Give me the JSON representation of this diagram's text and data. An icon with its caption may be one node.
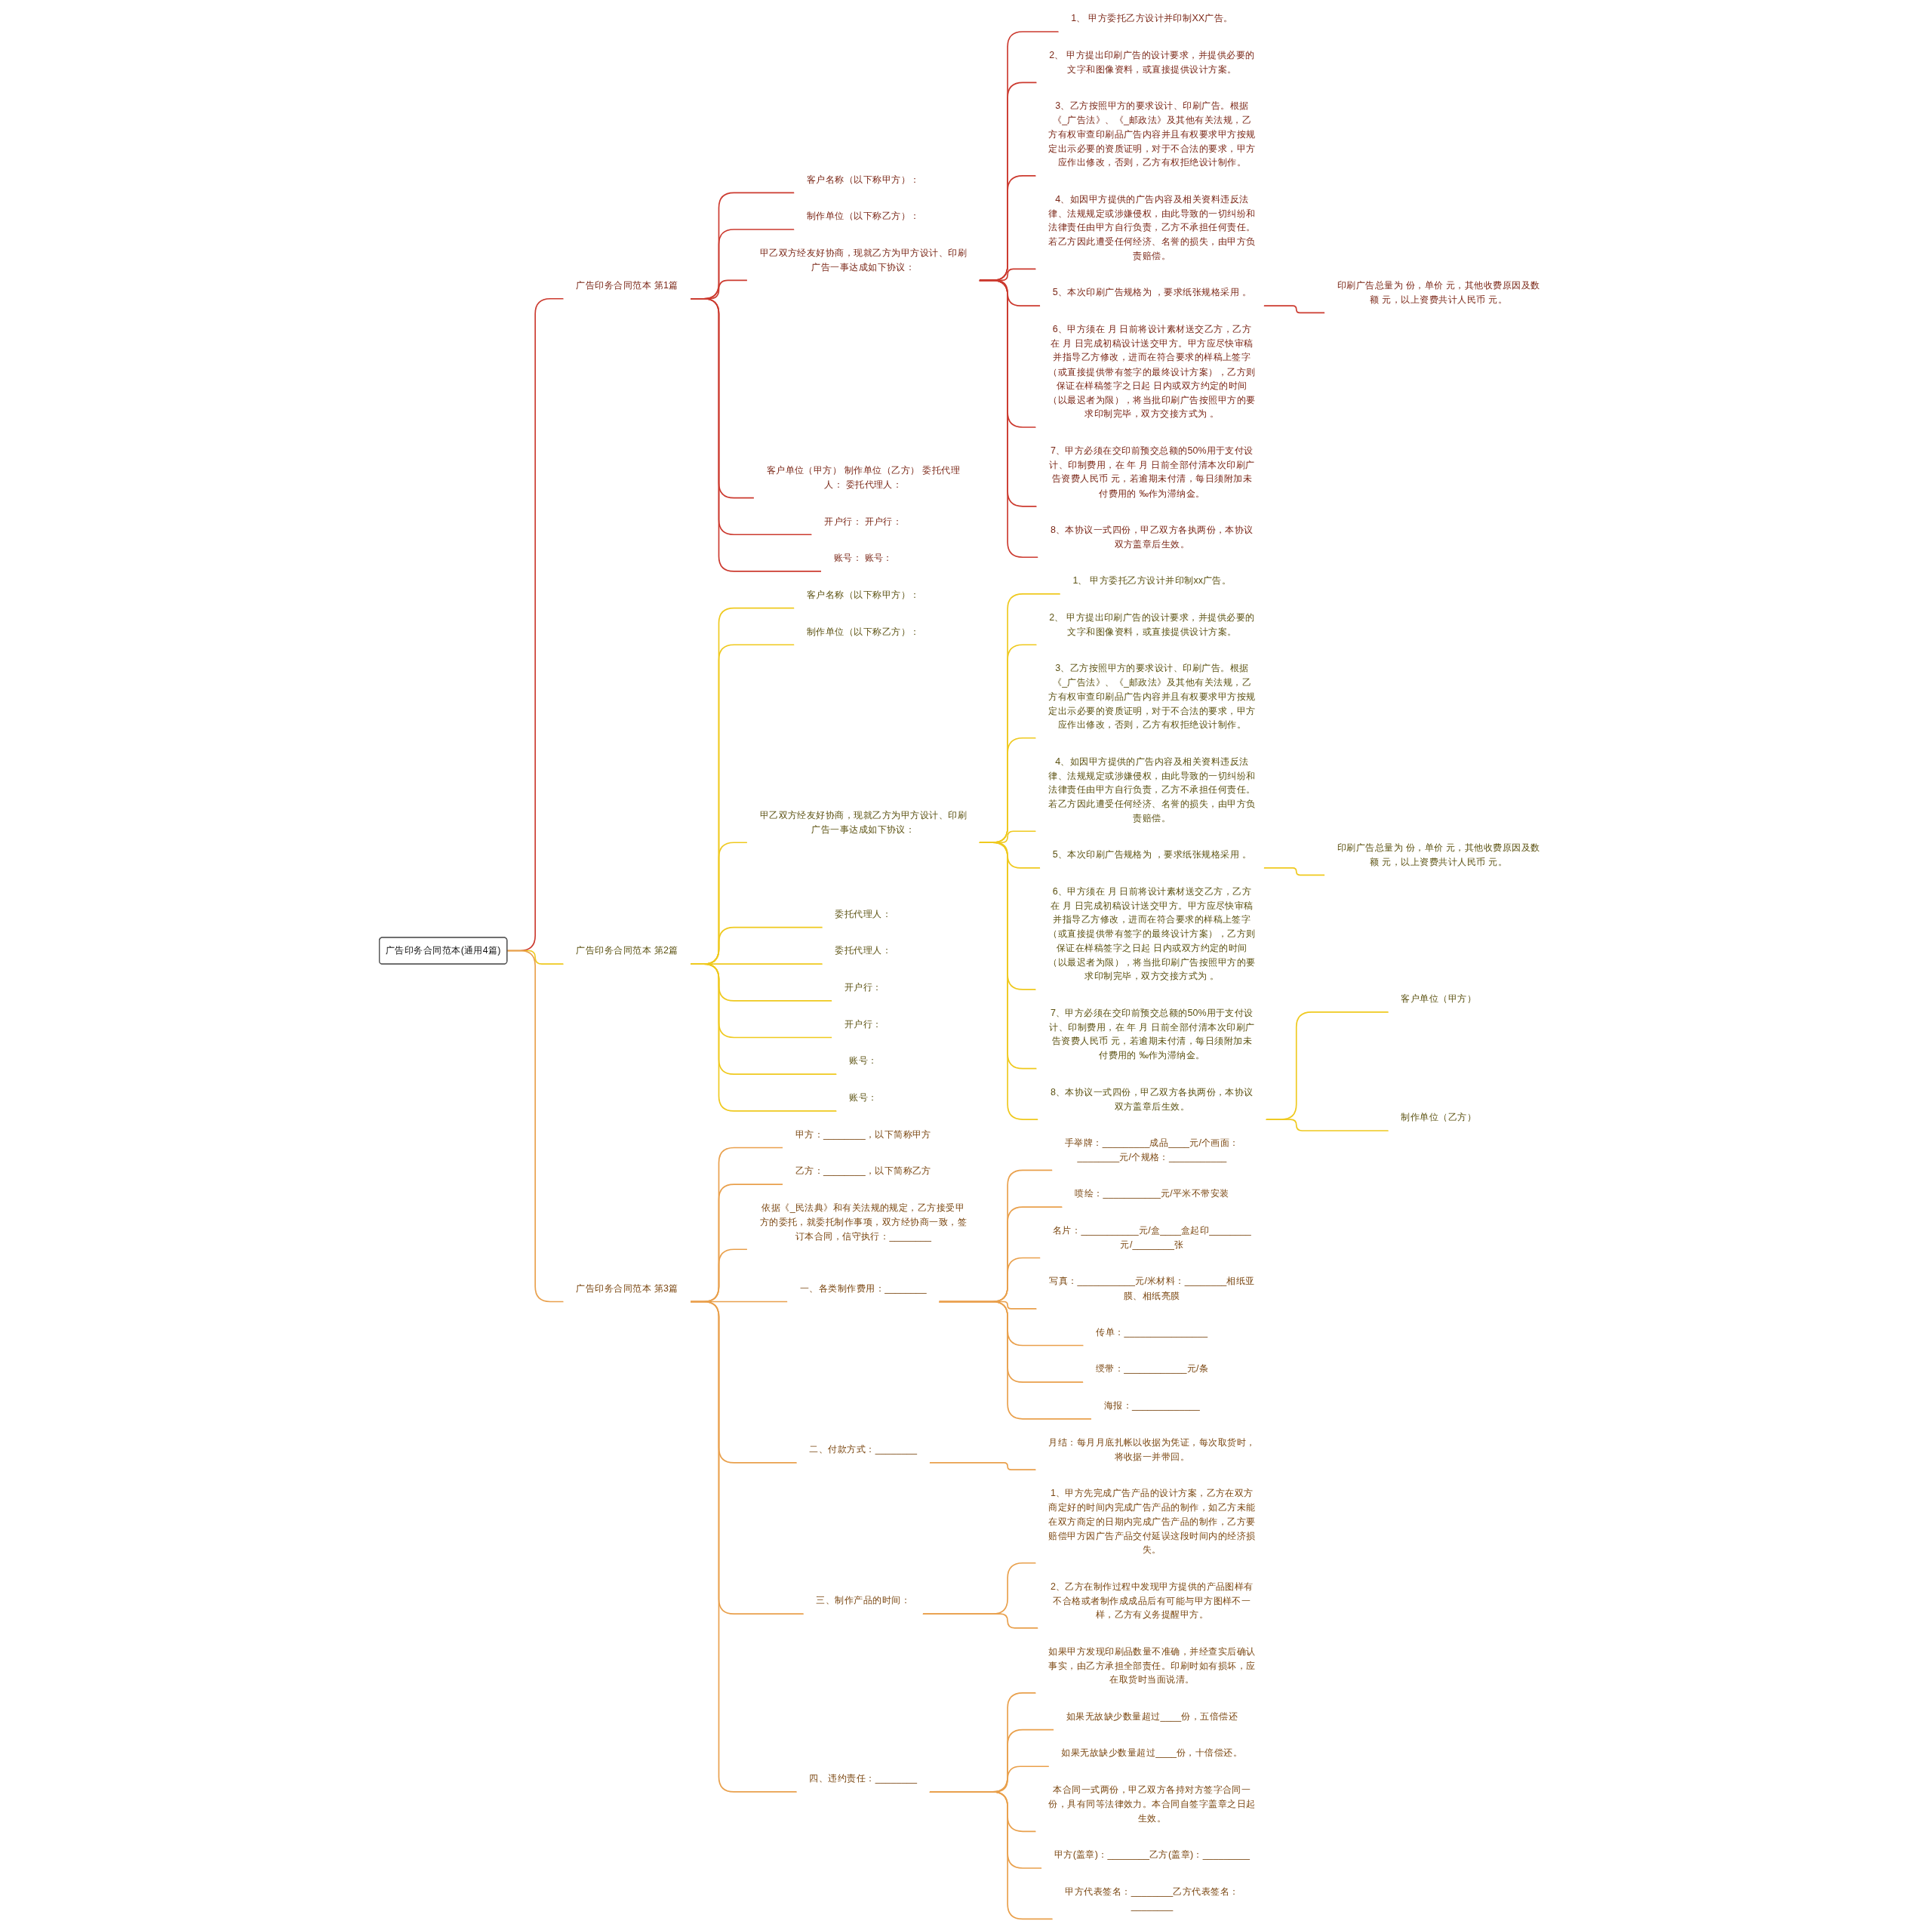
{
  "diagram": {
    "nodes": [
      {
        "text": [
          "广告印务合同范本(通用4篇)"
        ]
      },
      {
        "text": [
          "广告印务合同范本 第1篇"
        ]
      },
      {
        "text": [
          "客户名称（以下称甲方）："
        ]
      },
      {
        "text": [
          "制作单位（以下称乙方）："
        ]
      },
      {
        "text": [
          "甲乙双方经友好协商，现就乙方为甲方设计、印刷广告一事达成如下协议："
        ]
      },
      {
        "text": [
          "1、 甲方委托乙方设计并印制XX广告。"
        ]
      },
      {
        "text": [
          "2、 甲方提出印刷广告的设计要求，并提供必要的文字和图像资料，或直接提供设计方案。"
        ]
      },
      {
        "text": [
          "3、乙方按照甲方的要求设计、印刷广告。根据《_广告法》、《_邮政法》及其他有关法规，乙方有权审查印刷品广告内容并且有权要求甲方按规定出示必要的资质证明，对于不合法的要求，甲方应作出修改，否则，乙方有权拒绝设计制作。"
        ]
      },
      {
        "text": [
          "4、如因甲方提供的广告内容及相关资料违反法律、法规规定或涉嫌侵权，由此导致的一切纠纷和法律责任由甲方自行负责，乙方不承担任何责任。若乙方因此遭受任何经济、名誉的损失，由甲方负责赔偿。"
        ]
      },
      {
        "text": [
          "5、本次印刷广告规格为 ，要求纸张规格采用 。"
        ]
      },
      {
        "text": [
          "印刷广告总量为 份，单价 元，其他收费原因及数额 元，以上资费共计人民币 元。"
        ]
      },
      {
        "text": [
          "6、甲方须在 月 日前将设计素材送交乙方，乙方在 月 日完成初稿设计送交甲方。甲方应尽快审稿并指导乙方修改，进而在符合要求的样稿上签字（或直接提供带有签字的最终设计方案），乙方则保证在样稿签字之日起 日内或双方约定的时间（以最迟者为限），将当批印刷广告按照甲方的要求印制完毕，双方交接方式为 。"
        ]
      },
      {
        "text": [
          "7、甲方必须在交印前预交总额的50%用于支付设计、印制费用，在 年 月 日前全部付清本次印刷广告资费人民币 元，若逾期未付清，每日须附加未付费用的 ‰作为滞纳金。"
        ]
      },
      {
        "text": [
          "8、本协议一式四份，甲乙双方各执两份，本协议双方盖章后生效。"
        ]
      },
      {
        "text": [
          "客户单位（甲方） 制作单位（乙方） 委托代理人： 委托代理人："
        ]
      },
      {
        "text": [
          "开户行： 开户行："
        ]
      },
      {
        "text": [
          "账号： 账号："
        ]
      },
      {
        "text": [
          "广告印务合同范本 第2篇"
        ]
      },
      {
        "text": [
          "客户名称（以下称甲方）："
        ]
      },
      {
        "text": [
          "制作单位（以下称乙方）："
        ]
      },
      {
        "text": [
          "甲乙双方经友好协商，现就乙方为甲方设计、印刷广告一事达成如下协议："
        ]
      },
      {
        "text": [
          "1、 甲方委托乙方设计并印制xx广告。"
        ]
      },
      {
        "text": [
          "2、 甲方提出印刷广告的设计要求，并提供必要的文字和图像资料，或直接提供设计方案。"
        ]
      },
      {
        "text": [
          "3、乙方按照甲方的要求设计、印刷广告。根据《_广告法》、《_邮政法》及其他有关法规，乙方有权审查印刷品广告内容并且有权要求甲方按规定出示必要的资质证明，对于不合法的要求，甲方应作出修改，否则，乙方有权拒绝设计制作。"
        ]
      },
      {
        "text": [
          "4、如因甲方提供的广告内容及相关资料违反法律、法规规定或涉嫌侵权，由此导致的一切纠纷和法律责任由甲方自行负责，乙方不承担任何责任。若乙方因此遭受任何经济、名誉的损失，由甲方负责赔偿。"
        ]
      },
      {
        "text": [
          "5、本次印刷广告规格为 ，要求纸张规格采用 。"
        ]
      },
      {
        "text": [
          "印刷广告总量为 份，单价 元，其他收费原因及数额 元，以上资费共计人民币 元。"
        ]
      },
      {
        "text": [
          "6、甲方须在 月 日前将设计素材送交乙方，乙方在 月 日完成初稿设计送交甲方。甲方应尽快审稿并指导乙方修改，进而在符合要求的样稿上签字（或直接提供带有签字的最终设计方案），乙方则保证在样稿签字之日起 日内或双方约定的时间（以最迟者为限），将当批印刷广告按照甲方的要求印制完毕，双方交接方式为 。"
        ]
      },
      {
        "text": [
          "7、甲方必须在交印前预交总额的50%用于支付设计、印制费用，在 年 月 日前全部付清本次印刷广告资费人民币 元，若逾期未付清，每日须附加未付费用的 ‰作为滞纳金。"
        ]
      },
      {
        "text": [
          "8、本协议一式四份，甲乙双方各执两份，本协议双方盖章后生效。"
        ]
      },
      {
        "text": [
          "客户单位（甲方）"
        ]
      },
      {
        "text": [
          "制作单位（乙方）"
        ]
      },
      {
        "text": [
          "委托代理人："
        ]
      },
      {
        "text": [
          "委托代理人："
        ]
      },
      {
        "text": [
          "开户行："
        ]
      },
      {
        "text": [
          "开户行："
        ]
      },
      {
        "text": [
          "账号："
        ]
      },
      {
        "text": [
          "账号："
        ]
      },
      {
        "text": [
          "广告印务合同范本 第3篇"
        ]
      },
      {
        "text": [
          "甲方：________，以下简称甲方"
        ]
      },
      {
        "text": [
          "乙方：________，以下简称乙方"
        ]
      },
      {
        "text": [
          "依据《_民法典》和有关法规的规定，乙方接受甲方的委托，就委托制作事项，双方经协商一致，签订本合同，信守执行：________"
        ]
      },
      {
        "text": [
          "一、各类制作费用：________"
        ]
      },
      {
        "text": [
          "手举牌：_________成品____元/个画面：________元/个规格：___________"
        ]
      },
      {
        "text": [
          "喷绘：___________元/平米不带安装"
        ]
      },
      {
        "text": [
          "名片：___________元/盒____盒起印________元/________张"
        ]
      },
      {
        "text": [
          "写真：___________元/米材料：________相纸亚膜、相纸亮膜"
        ]
      },
      {
        "text": [
          "传单：________________"
        ]
      },
      {
        "text": [
          "绶带：____________元/条"
        ]
      },
      {
        "text": [
          "海报：_____________"
        ]
      },
      {
        "text": [
          "二、付款方式：________"
        ]
      },
      {
        "text": [
          "月结：每月月底扎帐以收据为凭证，每次取货时，将收据一并带回。"
        ]
      },
      {
        "text": [
          "三、制作产品的时间："
        ]
      },
      {
        "text": [
          "1、甲方先完成广告产品的设计方案，乙方在双方商定好的时间内完成广告产品的制作，如乙方未能在双方商定的日期内完成广告产品的制作，乙方要赔偿甲方因广告产品交付延误这段时间内的经济损失。"
        ]
      },
      {
        "text": [
          "2、乙方在制作过程中发现甲方提供的产品图样有不合格或者制作成成品后有可能与甲方图样不一样，乙方有义务提醒甲方。"
        ]
      },
      {
        "text": [
          "四、违约责任：________"
        ]
      },
      {
        "text": [
          "如果甲方发现印刷品数量不准确，并经查实后确认事实，由乙方承担全部责任。印刷时如有损坏，应在取货时当面说清。"
        ]
      },
      {
        "text": [
          "如果无故缺少数量超过____份，五倍偿还"
        ]
      },
      {
        "text": [
          "如果无故缺少数量超过____份，十倍偿还。"
        ]
      },
      {
        "text": [
          "本合同一式两份，甲乙双方各持对方签字合同一份，具有同等法律效力。本合同自签字盖章之日起生效。"
        ]
      },
      {
        "text": [
          "甲方(盖章)：________乙方(盖章)：_________"
        ]
      },
      {
        "text": [
          "甲方代表签名：________乙方代表签名：________"
        ]
      }
    ],
    "edges": [
      {
        "from": 0,
        "to": 1,
        "arrow": "none",
        "color": "#cc3a2f"
      },
      {
        "from": 1,
        "to": 2,
        "arrow": "none",
        "color": "#cc3a2f"
      },
      {
        "from": 1,
        "to": 3,
        "arrow": "none",
        "color": "#cc3a2f"
      },
      {
        "from": 1,
        "to": 4,
        "arrow": "none",
        "color": "#cc3a2f"
      },
      {
        "from": 4,
        "to": 5,
        "arrow": "none",
        "color": "#cc3a2f"
      },
      {
        "from": 4,
        "to": 6,
        "arrow": "none",
        "color": "#cc3a2f"
      },
      {
        "from": 4,
        "to": 7,
        "arrow": "none",
        "color": "#cc3a2f"
      },
      {
        "from": 4,
        "to": 8,
        "arrow": "none",
        "color": "#cc3a2f"
      },
      {
        "from": 4,
        "to": 9,
        "arrow": "none",
        "color": "#cc3a2f"
      },
      {
        "from": 9,
        "to": 10,
        "arrow": "none",
        "color": "#cc3a2f"
      },
      {
        "from": 4,
        "to": 11,
        "arrow": "none",
        "color": "#cc3a2f"
      },
      {
        "from": 4,
        "to": 12,
        "arrow": "none",
        "color": "#cc3a2f"
      },
      {
        "from": 4,
        "to": 13,
        "arrow": "none",
        "color": "#cc3a2f"
      },
      {
        "from": 1,
        "to": 14,
        "arrow": "none",
        "color": "#cc3a2f"
      },
      {
        "from": 1,
        "to": 15,
        "arrow": "none",
        "color": "#cc3a2f"
      },
      {
        "from": 1,
        "to": 16,
        "arrow": "none",
        "color": "#cc3a2f"
      },
      {
        "from": 0,
        "to": 17,
        "arrow": "none",
        "color": "#efc91e"
      },
      {
        "from": 17,
        "to": 18,
        "arrow": "none",
        "color": "#efc91e"
      },
      {
        "from": 17,
        "to": 19,
        "arrow": "none",
        "color": "#efc91e"
      },
      {
        "from": 17,
        "to": 20,
        "arrow": "none",
        "color": "#efc91e"
      },
      {
        "from": 20,
        "to": 21,
        "arrow": "none",
        "color": "#efc91e"
      },
      {
        "from": 20,
        "to": 22,
        "arrow": "none",
        "color": "#efc91e"
      },
      {
        "from": 20,
        "to": 23,
        "arrow": "none",
        "color": "#efc91e"
      },
      {
        "from": 20,
        "to": 24,
        "arrow": "none",
        "color": "#efc91e"
      },
      {
        "from": 20,
        "to": 25,
        "arrow": "none",
        "color": "#efc91e"
      },
      {
        "from": 25,
        "to": 26,
        "arrow": "none",
        "color": "#efc91e"
      },
      {
        "from": 20,
        "to": 27,
        "arrow": "none",
        "color": "#efc91e"
      },
      {
        "from": 20,
        "to": 28,
        "arrow": "none",
        "color": "#efc91e"
      },
      {
        "from": 20,
        "to": 29,
        "arrow": "none",
        "color": "#efc91e"
      },
      {
        "from": 29,
        "to": 30,
        "arrow": "none",
        "color": "#efc91e"
      },
      {
        "from": 29,
        "to": 31,
        "arrow": "none",
        "color": "#efc91e"
      },
      {
        "from": 17,
        "to": 32,
        "arrow": "none",
        "color": "#efc91e"
      },
      {
        "from": 17,
        "to": 33,
        "arrow": "none",
        "color": "#efc91e"
      },
      {
        "from": 17,
        "to": 34,
        "arrow": "none",
        "color": "#efc91e"
      },
      {
        "from": 17,
        "to": 35,
        "arrow": "none",
        "color": "#efc91e"
      },
      {
        "from": 17,
        "to": 36,
        "arrow": "none",
        "color": "#efc91e"
      },
      {
        "from": 17,
        "to": 37,
        "arrow": "none",
        "color": "#efc91e"
      },
      {
        "from": 0,
        "to": 38,
        "arrow": "none",
        "color": "#e9a04c"
      },
      {
        "from": 38,
        "to": 39,
        "arrow": "none",
        "color": "#e9a04c"
      },
      {
        "from": 38,
        "to": 40,
        "arrow": "none",
        "color": "#e9a04c"
      },
      {
        "from": 38,
        "to": 41,
        "arrow": "none",
        "color": "#e9a04c"
      },
      {
        "from": 38,
        "to": 42,
        "arrow": "none",
        "color": "#e9a04c"
      },
      {
        "from": 42,
        "to": 43,
        "arrow": "none",
        "color": "#e9a04c"
      },
      {
        "from": 42,
        "to": 44,
        "arrow": "none",
        "color": "#e9a04c"
      },
      {
        "from": 42,
        "to": 45,
        "arrow": "none",
        "color": "#e9a04c"
      },
      {
        "from": 42,
        "to": 46,
        "arrow": "none",
        "color": "#e9a04c"
      },
      {
        "from": 42,
        "to": 47,
        "arrow": "none",
        "color": "#e9a04c"
      },
      {
        "from": 42,
        "to": 48,
        "arrow": "none",
        "color": "#e9a04c"
      },
      {
        "from": 42,
        "to": 49,
        "arrow": "none",
        "color": "#e9a04c"
      },
      {
        "from": 38,
        "to": 50,
        "arrow": "none",
        "color": "#e9a04c"
      },
      {
        "from": 50,
        "to": 51,
        "arrow": "none",
        "color": "#e9a04c"
      },
      {
        "from": 38,
        "to": 52,
        "arrow": "none",
        "color": "#e9a04c"
      },
      {
        "from": 52,
        "to": 53,
        "arrow": "none",
        "color": "#e9a04c"
      },
      {
        "from": 52,
        "to": 54,
        "arrow": "none",
        "color": "#e9a04c"
      },
      {
        "from": 38,
        "to": 55,
        "arrow": "none",
        "color": "#e9a04c"
      },
      {
        "from": 55,
        "to": 56,
        "arrow": "none",
        "color": "#e9a04c"
      },
      {
        "from": 55,
        "to": 57,
        "arrow": "none",
        "color": "#e9a04c"
      },
      {
        "from": 55,
        "to": 58,
        "arrow": "none",
        "color": "#e9a04c"
      },
      {
        "from": 55,
        "to": 59,
        "arrow": "none",
        "color": "#e9a04c"
      },
      {
        "from": 55,
        "to": 60,
        "arrow": "none",
        "color": "#e9a04c"
      },
      {
        "from": 55,
        "to": 61,
        "arrow": "none",
        "color": "#e9a04c"
      }
    ]
  }
}
